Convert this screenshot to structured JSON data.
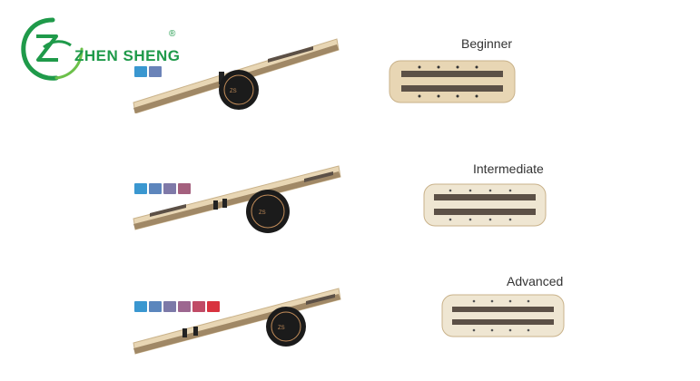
{
  "brand": {
    "name": "ZHEN SHENG",
    "registered_mark": "®"
  },
  "levels": [
    {
      "label": "Beginner",
      "level": 2,
      "colors": [
        "#3a97d0",
        "#6b83b8"
      ]
    },
    {
      "label": "Intermediate",
      "level": 4,
      "colors": [
        "#3a97d0",
        "#5d86bd",
        "#7f79a8",
        "#a4607e"
      ]
    },
    {
      "label": "Advanced",
      "level": 6,
      "colors": [
        "#3a97d0",
        "#5b86bd",
        "#7c79a8",
        "#9d6790",
        "#c04b66",
        "#d8333f"
      ]
    }
  ],
  "colors": {
    "brand_green": "#1f9a4a",
    "wood": "#e8d6b4",
    "wood_edge": "#c9b28a",
    "grip": "#5c5046",
    "roller": "#1b1b1b"
  }
}
